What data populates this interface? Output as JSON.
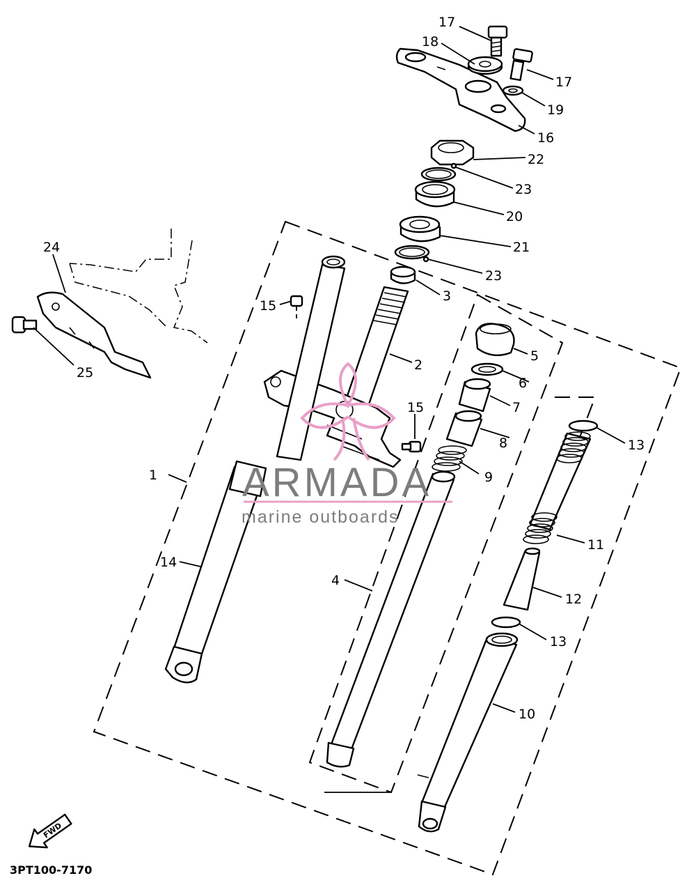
{
  "diagram": {
    "drawing_code": "3PT100-7170",
    "fwd_label": "FWD",
    "callouts": {
      "c1": "1",
      "c2": "2",
      "c3": "3",
      "c4": "4",
      "c5": "5",
      "c6": "6",
      "c7": "7",
      "c8": "8",
      "c9": "9",
      "c10": "10",
      "c11": "11",
      "c12": "12",
      "c13a": "13",
      "c13b": "13",
      "c14": "14",
      "c15a": "15",
      "c15b": "15",
      "c16": "16",
      "c17a": "17",
      "c17b": "17",
      "c18": "18",
      "c19": "19",
      "c20": "20",
      "c21": "21",
      "c22": "22",
      "c23a": "23",
      "c23b": "23",
      "c24": "24",
      "c25": "25"
    }
  },
  "watermark": {
    "brand": "ARMADA",
    "tagline": "marine outboards",
    "logo_color": "#e8a0c8",
    "text_color": "#7d7d7d"
  }
}
